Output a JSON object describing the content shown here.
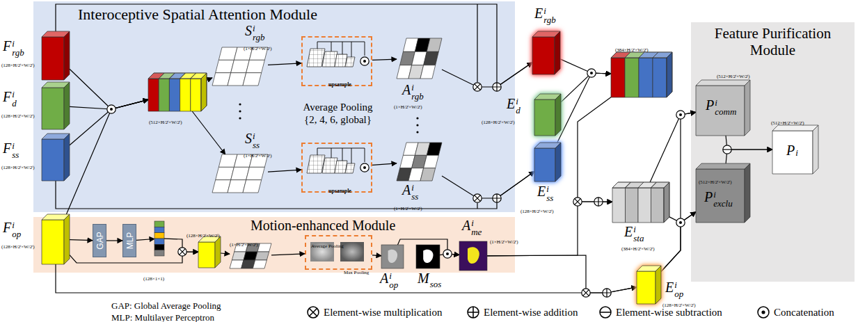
{
  "diagram": {
    "nodes": [
      {
        "text": [
          "Interoceptive Spatial Attention Module"
        ]
      },
      {
        "text": [
          "Motion-enhanced Module"
        ]
      },
      {
        "text": [
          "Feature Purification Module"
        ]
      },
      {
        "text": [
          "F",
          "i",
          "rgb",
          "(128×H/2ⁱ×W/2ⁱ)"
        ]
      },
      {
        "text": [
          "F",
          "i",
          "d",
          "(128×H/2ⁱ×W/2ⁱ)"
        ]
      },
      {
        "text": [
          "F",
          "i",
          "ss",
          "(128×H/2ⁱ×W/2ⁱ)"
        ]
      },
      {
        "text": [
          "F",
          "i",
          "op",
          "(128×H/2ⁱ×W/2ⁱ)"
        ]
      },
      {
        "text": [
          "(512×H/2ⁱ×W/2ⁱ)"
        ],
        "in": 0
      },
      {
        "text": [
          "S",
          "i",
          "rgb",
          "(1×H/2ⁱ×W/2ⁱ)"
        ],
        "in": 0
      },
      {
        "text": [
          "S",
          "i",
          "ss",
          "(1×H/2ⁱ×W/2ⁱ)"
        ],
        "in": 0
      },
      {
        "text": [
          "upsample"
        ],
        "in": 0
      },
      {
        "text": [
          "upsample"
        ],
        "in": 0
      },
      {
        "text": [
          "A",
          "i",
          "rgb",
          "(1×H/2ⁱ×W/2ⁱ)"
        ],
        "in": 0
      },
      {
        "text": [
          "A",
          "i",
          "ss",
          "(1×H/2ⁱ×W/2ⁱ)"
        ],
        "in": 0
      },
      {
        "text": [
          "E",
          "i",
          "rgb"
        ]
      },
      {
        "text": [
          "E",
          "i",
          "d",
          "(128×H/2ⁱ×W/2ⁱ)"
        ]
      },
      {
        "text": [
          "E",
          "i",
          "ss",
          "(128×H/2ⁱ×W/2ⁱ)"
        ]
      },
      {
        "text": [
          "(384×H/2ⁱ×W/2ⁱ)"
        ]
      },
      {
        "text": [
          "GAP"
        ],
        "in": 1
      },
      {
        "text": [
          "MLP"
        ],
        "in": 1
      },
      {
        "text": [
          "(128×1×1)"
        ],
        "in": 1
      },
      {
        "text": [
          "(128×H/2ⁱ×W/2ⁱ)"
        ],
        "in": 1
      },
      {
        "text": [
          "(1×H/2ⁱ×W/2ⁱ)"
        ],
        "in": 1
      },
      {
        "text": [
          "Average Pooling",
          "Max Pooling"
        ],
        "in": 1
      },
      {
        "text": [
          "A",
          "i",
          "op"
        ],
        "in": 1
      },
      {
        "text": [
          "M",
          "sos"
        ],
        "in": 1
      },
      {
        "text": [
          "A",
          "i",
          "me",
          "(1×H/2ⁱ×W/2ⁱ)"
        ],
        "in": 1
      },
      {
        "text": [
          "E",
          "i",
          "sta",
          "(384×H/2ⁱ×W/2ⁱ)"
        ]
      },
      {
        "text": [
          "E",
          "i",
          "op",
          "(128×H/2ⁱ×W/2ⁱ)"
        ]
      },
      {
        "text": [
          "P",
          "i",
          "comm",
          "(512×H/2ⁱ×W/2ⁱ)"
        ],
        "in": 2
      },
      {
        "text": [
          "P",
          "i",
          "exclu",
          "(512×H/2ⁱ×W/2ⁱ)"
        ],
        "in": 2
      },
      {
        "text": [
          "P",
          "i",
          "(512×H/2ⁱ×W/2ⁱ)"
        ],
        "in": 2
      }
    ],
    "edges": [
      {
        "from": 3,
        "to": 7,
        "arrow": "to"
      },
      {
        "from": 4,
        "to": 7,
        "arrow": "to"
      },
      {
        "from": 5,
        "to": 7,
        "arrow": "to"
      },
      {
        "from": 6,
        "to": 7,
        "arrow": "to"
      },
      {
        "from": 7,
        "to": 8,
        "arrow": "to"
      },
      {
        "from": 7,
        "to": 9,
        "arrow": "to"
      },
      {
        "from": 8,
        "to": 10,
        "arrow": "to"
      },
      {
        "from": 9,
        "to": 11,
        "arrow": "to"
      },
      {
        "from": 10,
        "to": 12,
        "arrow": "to"
      },
      {
        "from": 11,
        "to": 13,
        "arrow": "to"
      },
      {
        "from": 12,
        "to": 14,
        "arrow": "to"
      },
      {
        "from": 3,
        "to": 14,
        "arrow": "to"
      },
      {
        "from": 13,
        "to": 16,
        "arrow": "to"
      },
      {
        "from": 5,
        "to": 16,
        "arrow": "to"
      },
      {
        "from": 14,
        "to": 17,
        "arrow": "to"
      },
      {
        "from": 15,
        "to": 17,
        "arrow": "to"
      },
      {
        "from": 16,
        "to": 17,
        "arrow": "to"
      },
      {
        "from": 6,
        "to": 18,
        "arrow": "to"
      },
      {
        "from": 18,
        "to": 19,
        "arrow": "to"
      },
      {
        "from": 19,
        "to": 20,
        "arrow": "to"
      },
      {
        "from": 20,
        "to": 21,
        "arrow": "to"
      },
      {
        "from": 6,
        "to": 21,
        "arrow": "to"
      },
      {
        "from": 21,
        "to": 22,
        "arrow": "to"
      },
      {
        "from": 22,
        "to": 23,
        "arrow": "to"
      },
      {
        "from": 23,
        "to": 24,
        "arrow": "to"
      },
      {
        "from": 24,
        "to": 26,
        "arrow": "to"
      },
      {
        "from": 25,
        "to": 26,
        "arrow": "to"
      },
      {
        "from": 17,
        "to": 27,
        "arrow": "to"
      },
      {
        "from": 26,
        "to": 27,
        "arrow": "to"
      },
      {
        "from": 26,
        "to": 28,
        "arrow": "to"
      },
      {
        "from": 6,
        "to": 28,
        "arrow": "to"
      },
      {
        "from": 27,
        "to": 29,
        "arrow": "to"
      },
      {
        "from": 28,
        "to": 29,
        "arrow": "to"
      },
      {
        "from": 27,
        "to": 30,
        "arrow": "to"
      },
      {
        "from": 28,
        "to": 30,
        "arrow": "to"
      },
      {
        "from": 29,
        "to": 31,
        "arrow": "to"
      },
      {
        "from": 30,
        "to": 31,
        "arrow": "to"
      }
    ],
    "labels": [
      "Average Pooling {2, 4, 6, global}",
      "GAP: Global Average Pooling",
      "MLP: Multilayer Perceptron"
    ],
    "legend": [
      {
        "text": "Element-wise multiplication"
      },
      {
        "text": "Element-wise addition"
      },
      {
        "text": "Element-wise subtraction"
      },
      {
        "text": "Concatenation"
      }
    ]
  }
}
